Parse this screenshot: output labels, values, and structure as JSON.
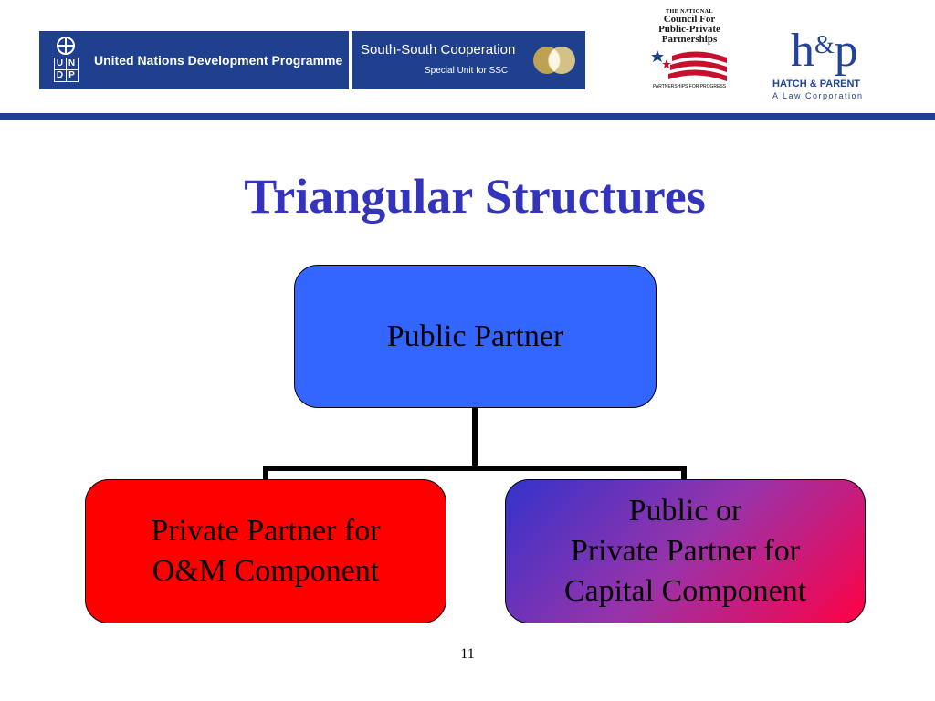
{
  "header": {
    "undp_emblem_letters": [
      "U",
      "N",
      "D",
      "P"
    ],
    "undp_name": "United Nations Development Programme",
    "ssc_title": "South-South Cooperation",
    "ssc_subtitle": "Special Unit for SSC",
    "ncppp_small": "THE NATIONAL",
    "ncppp_line1": "Council For",
    "ncppp_line2": "Public-Private",
    "ncppp_line3": "Partnerships",
    "ncppp_tagline": "PARTNERSHIPS FOR PROGRESS",
    "hp_monogram_h": "h",
    "hp_monogram_amp": "&",
    "hp_monogram_p": "p",
    "hp_firm": "HATCH & PARENT",
    "hp_corp": "A Law Corporation",
    "brand_color": "#1f3f8f"
  },
  "title": "Triangular Structures",
  "diagram": {
    "top_node": {
      "label": "Public Partner",
      "color": "#3366ff"
    },
    "left_node": {
      "lines": [
        "Private Partner for",
        "O&M Component"
      ],
      "color": "#ff0000"
    },
    "right_node": {
      "lines": [
        "Public or",
        "Private Partner for",
        "Capital Component"
      ],
      "gradient": [
        "#3333cc",
        "#ff0044"
      ]
    }
  },
  "page_number": "11"
}
